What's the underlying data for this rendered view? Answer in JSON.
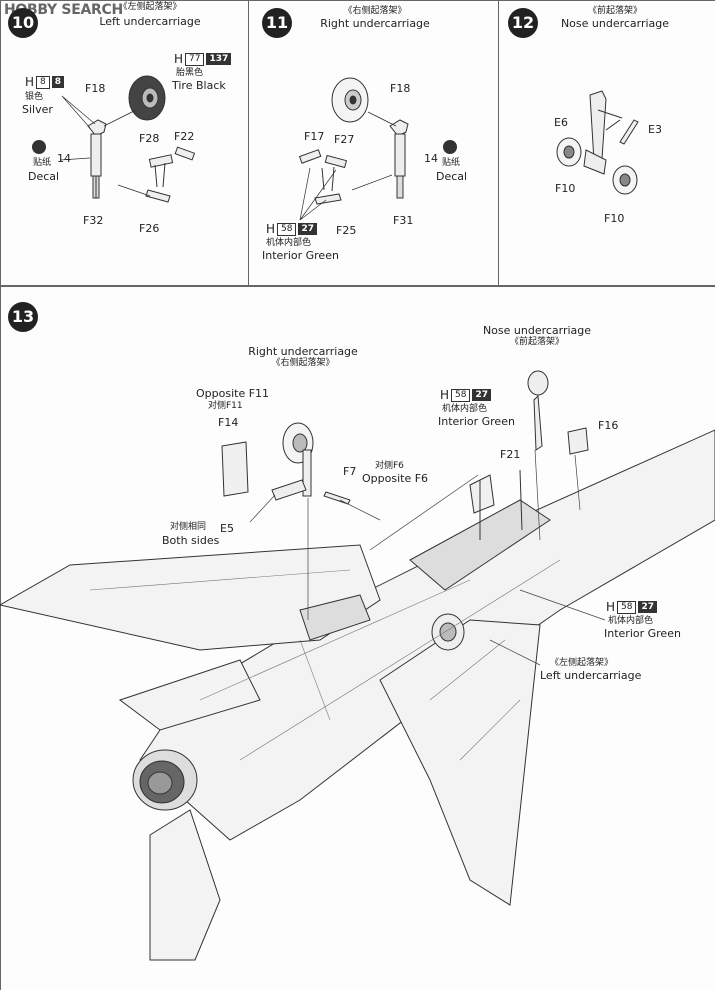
{
  "watermark": "HOBBY SEARCH",
  "step10": {
    "number": "10",
    "title_cn": "《左侧起落架》",
    "title_en": "Left undercarriage",
    "parts": {
      "f18": "F18",
      "f28": "F28",
      "f22": "F22",
      "f32": "F32",
      "f26": "F26",
      "decal_no": "14"
    },
    "paint_h8": {
      "h": "H",
      "code1": "8",
      "code2": "8",
      "cn": "银色",
      "en": "Silver"
    },
    "paint_h77": {
      "h": "H",
      "code1": "77",
      "code2": "137",
      "cn": "胎黑色",
      "en": "Tire Black"
    },
    "decal_cn": "贴纸",
    "decal_en": "Decal"
  },
  "step11": {
    "number": "11",
    "title_cn": "《右侧起落架》",
    "title_en": "Right undercarriage",
    "parts": {
      "f18": "F18",
      "f17": "F17",
      "f27": "F27",
      "f31": "F31",
      "f25": "F25",
      "decal_no": "14"
    },
    "paint": {
      "h": "H",
      "code1": "58",
      "code2": "27",
      "cn": "机体内部色",
      "en": "Interior Green"
    },
    "decal_cn": "贴纸",
    "decal_en": "Decal"
  },
  "step12": {
    "number": "12",
    "title_cn": "《前起落架》",
    "title_en": "Nose undercarriage",
    "parts": {
      "e6": "E6",
      "e3": "E3",
      "f10a": "F10",
      "f10b": "F10"
    }
  },
  "step13": {
    "number": "13",
    "right_uc_en": "Right undercarriage",
    "right_uc_cn": "《右侧起落架》",
    "opposite_f11_en": "Opposite F11",
    "opposite_f11_cn": "对侧F11",
    "f14": "F14",
    "f7": "F7",
    "opposite_f6_cn": "对侧F6",
    "opposite_f6_en": "Opposite F6",
    "e5": "E5",
    "both_sides_cn": "对侧相同",
    "both_sides_en": "Both sides",
    "nose_uc_en": "Nose undercarriage",
    "nose_uc_cn": "《前起落架》",
    "f21": "F21",
    "f16": "F16",
    "paint1": {
      "h": "H",
      "code1": "58",
      "code2": "27",
      "cn": "机体内部色",
      "en": "Interior Green"
    },
    "paint2": {
      "h": "H",
      "code1": "58",
      "code2": "27",
      "cn": "机体内部色",
      "en": "Interior Green"
    },
    "left_uc_cn": "《左侧起落架》",
    "left_uc_en": "Left undercarriage"
  }
}
